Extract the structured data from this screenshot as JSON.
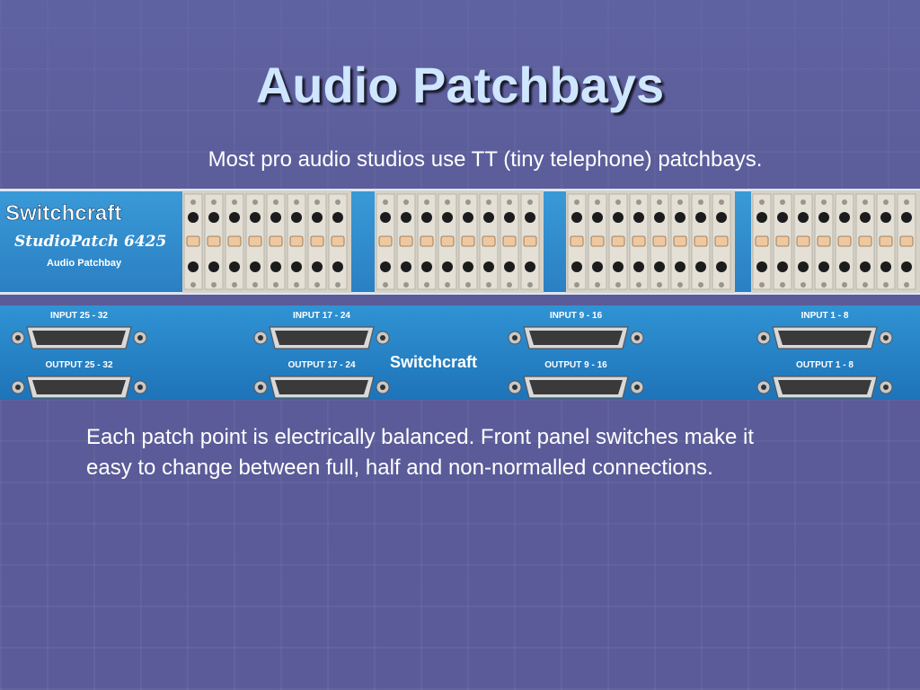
{
  "slide": {
    "title": "Audio Patchbays",
    "subtitle": "Most pro audio studios use TT (tiny telephone) patchbays.",
    "body": "Each patch point is electrically balanced. Front panel switches make it easy to change between full, half and non-normalled connections."
  },
  "photo": {
    "brand": "Switchcraft",
    "model": "StudioPatch 6425",
    "product": "Audio Patchbay",
    "rear_brand": "Switchcraft",
    "input_labels": [
      "INPUT 25 - 32",
      "INPUT 17 - 24",
      "INPUT 9 - 16",
      "INPUT 1 - 8"
    ],
    "output_labels": [
      "OUTPUT 25 - 32",
      "OUTPUT 17 - 24",
      "OUTPUT 9 - 16",
      "OUTPUT 1 - 8"
    ]
  },
  "colors": {
    "background": "#5a5b98",
    "title": "#cfe6ff",
    "panel_blue": "#2d8fd0",
    "text": "#ffffff"
  }
}
